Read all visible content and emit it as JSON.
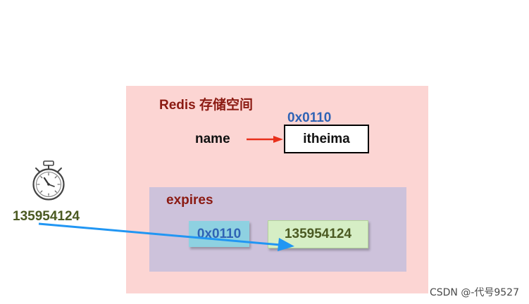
{
  "storage": {
    "title": "Redis 存储空间",
    "address": "0x0110",
    "key": "name",
    "value": "itheima"
  },
  "expires": {
    "title": "expires",
    "key": "0x0110",
    "value": "135954124"
  },
  "timer": {
    "icon": "stopwatch-icon",
    "value": "135954124"
  },
  "watermark": "CSDN @-代号9527",
  "colors": {
    "storage_bg": "#fcd5d3",
    "expires_bg": "#cdc2db",
    "title_red": "#8b1a12",
    "address_blue": "#2f63b5",
    "arrow_red": "#e8301c",
    "arrow_blue": "#2196f3",
    "exp_key_bg": "#8ed1e1",
    "exp_value_bg": "#d6eec5"
  }
}
